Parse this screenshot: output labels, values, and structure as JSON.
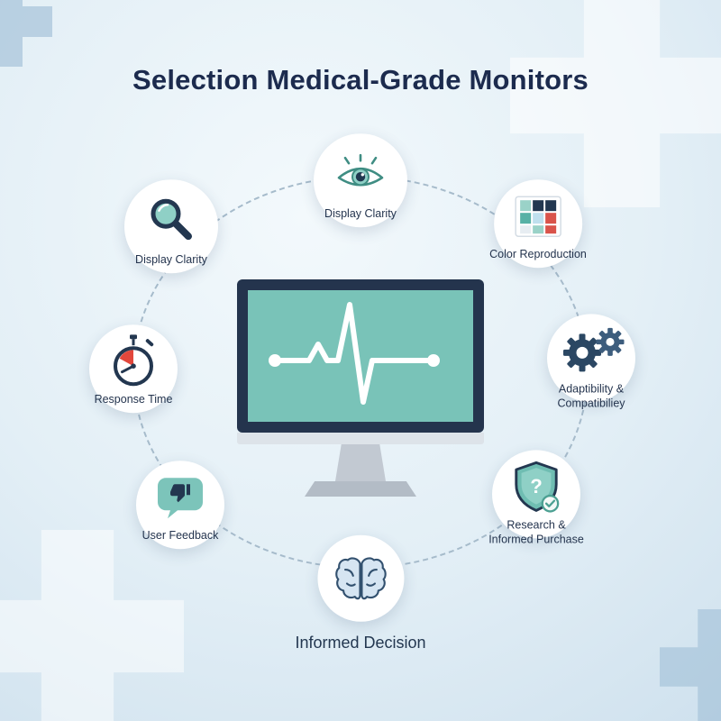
{
  "title": "Selection Medical-Grade Monitors",
  "colors": {
    "accent_teal": "#7cc4ba",
    "navy": "#233750",
    "red": "#e2473c",
    "label_text": "#24344e",
    "screen_teal": "#79c3b8"
  },
  "center": {
    "name": "medical-monitor-with-ecg"
  },
  "icons": {
    "shield_mark": "?"
  },
  "nodes": [
    {
      "label": "Display Clarity",
      "icon": "eye-icon"
    },
    {
      "label": "Color Reproduction",
      "icon": "color-grid-icon"
    },
    {
      "label": "Adaptibility & Compatibiliey",
      "icon": "gears-icon"
    },
    {
      "label": "Research & Informed Purchase",
      "icon": "shield-question-icon"
    },
    {
      "label": "Informed Decision",
      "icon": "brain-icon"
    },
    {
      "label": "User Feedback",
      "icon": "thumbs-down-bubble-icon"
    },
    {
      "label": "Response Time",
      "icon": "stopwatch-icon"
    },
    {
      "label": "Display Clarity",
      "icon": "magnifier-icon"
    }
  ]
}
